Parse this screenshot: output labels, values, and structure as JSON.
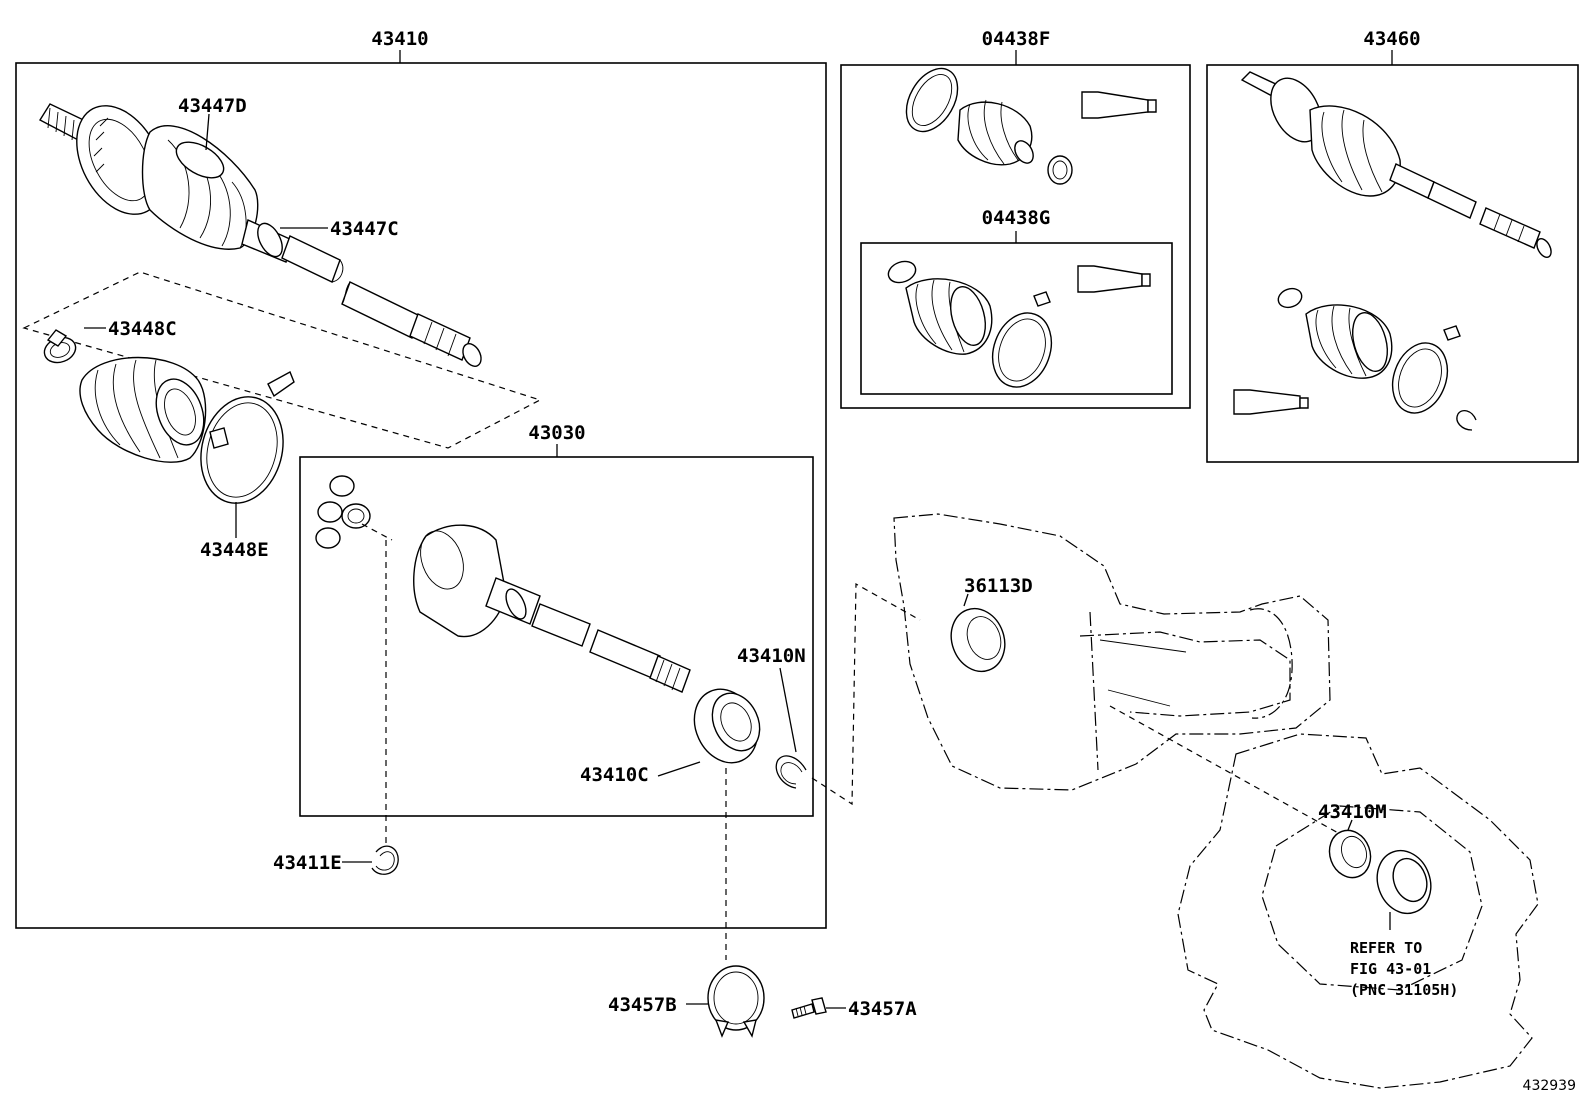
{
  "figure_number": "432939",
  "groups": [
    {
      "id": "43410",
      "label": "43410"
    },
    {
      "id": "04438F",
      "label": "04438F"
    },
    {
      "id": "04438G",
      "label": "04438G"
    },
    {
      "id": "43460",
      "label": "43460"
    },
    {
      "id": "43030",
      "label": "43030"
    }
  ],
  "parts": [
    {
      "id": "43447D",
      "label": "43447D"
    },
    {
      "id": "43447C",
      "label": "43447C"
    },
    {
      "id": "43448C",
      "label": "43448C"
    },
    {
      "id": "43448E",
      "label": "43448E"
    },
    {
      "id": "43410N",
      "label": "43410N"
    },
    {
      "id": "43410C",
      "label": "43410C"
    },
    {
      "id": "43411E",
      "label": "43411E"
    },
    {
      "id": "43457B",
      "label": "43457B"
    },
    {
      "id": "43457A",
      "label": "43457A"
    },
    {
      "id": "36113D",
      "label": "36113D"
    },
    {
      "id": "43410M",
      "label": "43410M"
    }
  ],
  "reference_note": {
    "line1": "REFER TO",
    "line2": "FIG 43-01",
    "line3": "(PNC 31105H)"
  }
}
